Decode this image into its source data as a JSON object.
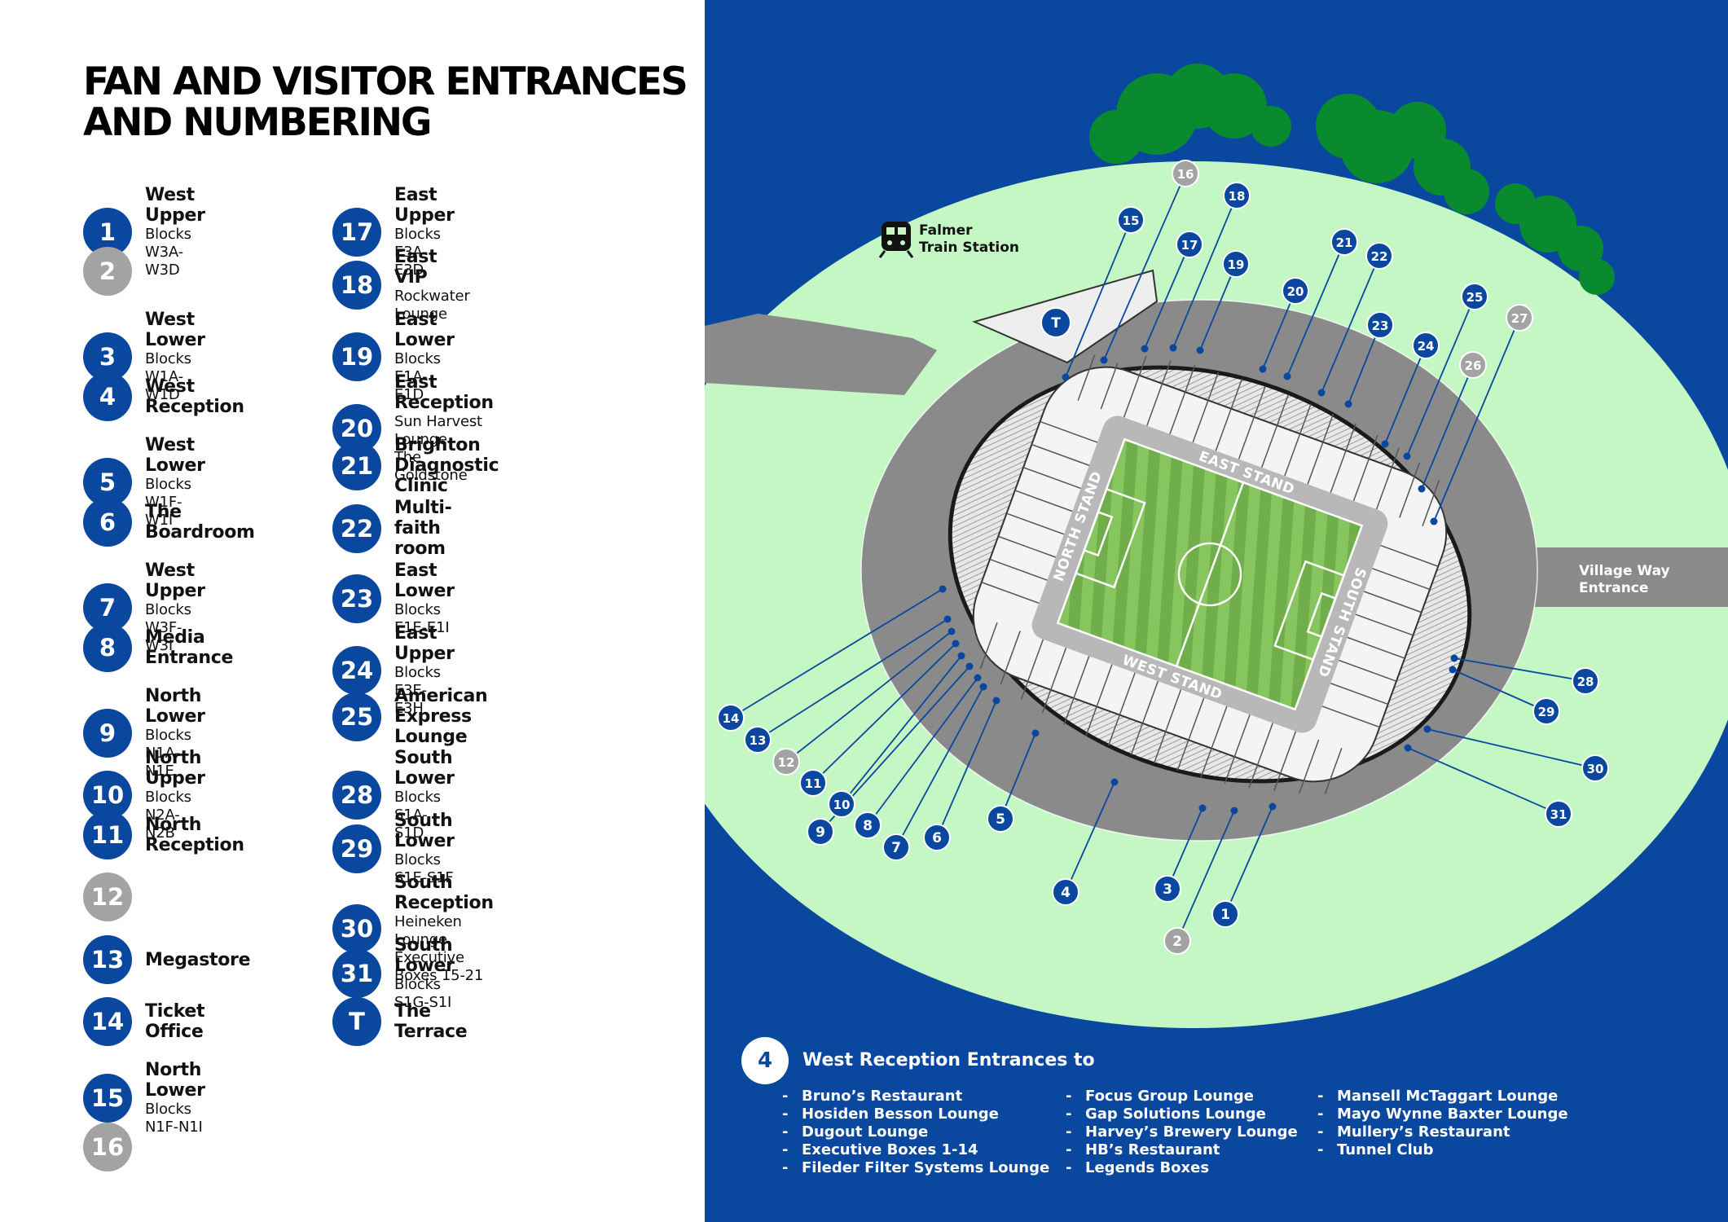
{
  "title": "FAN AND VISITOR ENTRANCES\nAND NUMBERING",
  "legend_left": [
    {
      "num": "1",
      "color": "blue",
      "label": "West Upper",
      "sub": "Blocks W3A-W3D"
    },
    {
      "num": "2",
      "color": "grey",
      "label": "",
      "sub": ""
    },
    {
      "num": "3",
      "color": "blue",
      "label": "West Lower",
      "sub": "Blocks W1A-W1D"
    },
    {
      "num": "4",
      "color": "blue",
      "label": "West Reception",
      "sub": ""
    },
    {
      "num": "5",
      "color": "blue",
      "label": "West Lower",
      "sub": "Blocks W1F-W1I"
    },
    {
      "num": "6",
      "color": "blue",
      "label": "The Boardroom",
      "sub": ""
    },
    {
      "num": "7",
      "color": "blue",
      "label": "West Upper",
      "sub": "Blocks W3F-W3I"
    },
    {
      "num": "8",
      "color": "blue",
      "label": "Media Entrance",
      "sub": ""
    },
    {
      "num": "9",
      "color": "blue",
      "label": "North Lower",
      "sub": "Blocks N1A-N1E"
    },
    {
      "num": "10",
      "color": "blue",
      "label": "North Upper",
      "sub": "Blocks N2A-N2B"
    },
    {
      "num": "11",
      "color": "blue",
      "label": "North Reception",
      "sub": ""
    },
    {
      "num": "12",
      "color": "grey",
      "label": "",
      "sub": ""
    },
    {
      "num": "13",
      "color": "blue",
      "label": "Megastore",
      "sub": ""
    },
    {
      "num": "14",
      "color": "blue",
      "label": "Ticket Office",
      "sub": ""
    },
    {
      "num": "15",
      "color": "blue",
      "label": "North Lower",
      "sub": "Blocks N1F-N1I"
    },
    {
      "num": "16",
      "color": "grey",
      "label": "",
      "sub": ""
    }
  ],
  "legend_right": [
    {
      "num": "17",
      "color": "blue",
      "label": "East Upper",
      "sub": "Blocks E3A-E3D"
    },
    {
      "num": "18",
      "color": "blue",
      "label": "East VIP",
      "sub": "Rockwater Lounge"
    },
    {
      "num": "19",
      "color": "blue",
      "label": "East Lower",
      "sub": "Blocks E1A-E1D"
    },
    {
      "num": "20",
      "color": "blue",
      "label": "East Reception",
      "sub": "Sun Harvest Lounge\nThe Goldstone"
    },
    {
      "num": "21",
      "color": "blue",
      "label": "Brighton Diagnostic Clinic",
      "sub": ""
    },
    {
      "num": "22",
      "color": "blue",
      "label": "Multi-faith room",
      "sub": ""
    },
    {
      "num": "23",
      "color": "blue",
      "label": "East Lower",
      "sub": "Blocks E1E-E1I"
    },
    {
      "num": "24",
      "color": "blue",
      "label": "East Upper",
      "sub": "Blocks E3E-E3H"
    },
    {
      "num": "25",
      "color": "blue",
      "label": "American Express\nLounge",
      "sub": ""
    },
    {
      "num": "28",
      "color": "blue",
      "label": "South Lower",
      "sub": "Blocks S1A-S1D"
    },
    {
      "num": "29",
      "color": "blue",
      "label": "South Lower",
      "sub": "Blocks S1E-S1F"
    },
    {
      "num": "30",
      "color": "blue",
      "label": "South Reception",
      "sub": "Heineken Lounge\nExecutive Boxes 15-21"
    },
    {
      "num": "31",
      "color": "blue",
      "label": "South Lower",
      "sub": "Blocks S1G-S1I"
    },
    {
      "num": "T",
      "color": "blue",
      "label": "The Terrace",
      "sub": ""
    }
  ],
  "map": {
    "train_station": "Falmer\nTrain Station",
    "village_way": "Village Way\nEntrance",
    "stands": {
      "north": "NORTH STAND",
      "east": "EAST STAND",
      "south": "SOUTH STAND",
      "west": "WEST STAND"
    },
    "terrace_badge": "T",
    "colors": {
      "background": "#0a48a0",
      "grass": "#c4f7c4",
      "road": "#8a8a8a",
      "trees": "#0a8a2e",
      "pitch": "#7ab854",
      "badge_blue": "#0a48a0",
      "badge_grey": "#a3a3a3"
    },
    "badges": [
      {
        "num": "1",
        "color": "blue"
      },
      {
        "num": "2",
        "color": "grey"
      },
      {
        "num": "3",
        "color": "blue"
      },
      {
        "num": "4",
        "color": "blue"
      },
      {
        "num": "5",
        "color": "blue"
      },
      {
        "num": "6",
        "color": "blue"
      },
      {
        "num": "7",
        "color": "blue"
      },
      {
        "num": "8",
        "color": "blue"
      },
      {
        "num": "9",
        "color": "blue"
      },
      {
        "num": "10",
        "color": "blue"
      },
      {
        "num": "11",
        "color": "blue"
      },
      {
        "num": "12",
        "color": "grey"
      },
      {
        "num": "13",
        "color": "blue"
      },
      {
        "num": "14",
        "color": "blue"
      },
      {
        "num": "15",
        "color": "blue"
      },
      {
        "num": "16",
        "color": "grey"
      },
      {
        "num": "17",
        "color": "blue"
      },
      {
        "num": "18",
        "color": "blue"
      },
      {
        "num": "19",
        "color": "blue"
      },
      {
        "num": "20",
        "color": "blue"
      },
      {
        "num": "21",
        "color": "blue"
      },
      {
        "num": "22",
        "color": "blue"
      },
      {
        "num": "23",
        "color": "blue"
      },
      {
        "num": "24",
        "color": "blue"
      },
      {
        "num": "25",
        "color": "blue"
      },
      {
        "num": "26",
        "color": "grey"
      },
      {
        "num": "27",
        "color": "grey"
      },
      {
        "num": "28",
        "color": "blue"
      },
      {
        "num": "29",
        "color": "blue"
      },
      {
        "num": "30",
        "color": "blue"
      },
      {
        "num": "31",
        "color": "blue"
      }
    ]
  },
  "west_reception": {
    "badge": "4",
    "title": "West Reception Entrances to",
    "col1": [
      "Bruno’s Restaurant",
      "Hosiden Besson Lounge",
      "Dugout Lounge",
      "Executive Boxes 1-14",
      "Fileder Filter Systems Lounge"
    ],
    "col2": [
      "Focus Group Lounge",
      "Gap Solutions Lounge",
      "Harvey’s Brewery Lounge",
      "HB’s Restaurant",
      "Legends Boxes"
    ],
    "col3": [
      "Mansell McTaggart Lounge",
      "Mayo Wynne Baxter Lounge",
      "Mullery’s Restaurant",
      "Tunnel Club"
    ]
  }
}
